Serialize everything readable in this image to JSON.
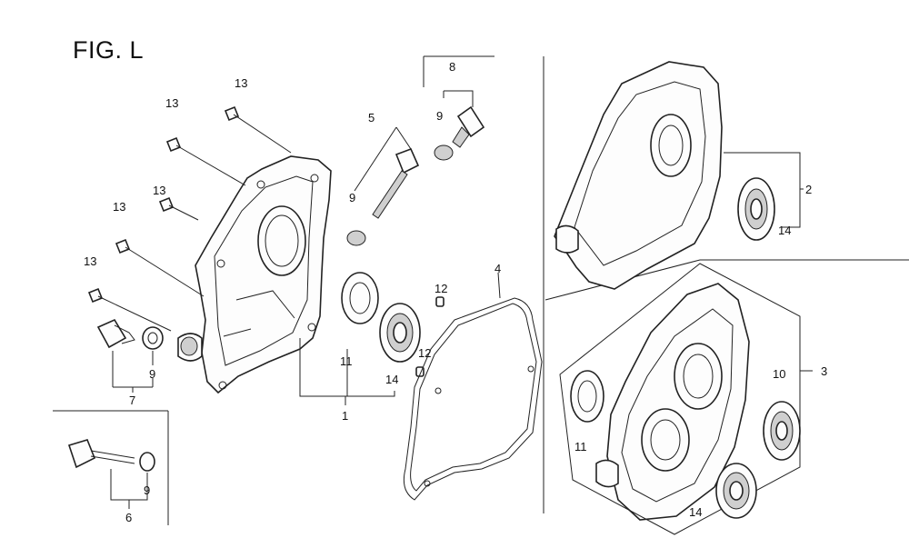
{
  "figure": {
    "title": "FIG. L"
  },
  "callouts": {
    "p1": "1",
    "p2": "2",
    "p3": "3",
    "p4": "4",
    "p5": "5",
    "p6": "6",
    "p7": "7",
    "p8": "8",
    "p9a": "9",
    "p9b": "9",
    "p9c": "9",
    "p9d": "9",
    "p10": "10",
    "p11a": "11",
    "p11b": "11",
    "p12a": "12",
    "p12b": "12",
    "p13a": "13",
    "p13b": "13",
    "p13c": "13",
    "p13d": "13",
    "p13e": "13",
    "p14a": "14",
    "p14b": "14",
    "p14c": "14"
  }
}
